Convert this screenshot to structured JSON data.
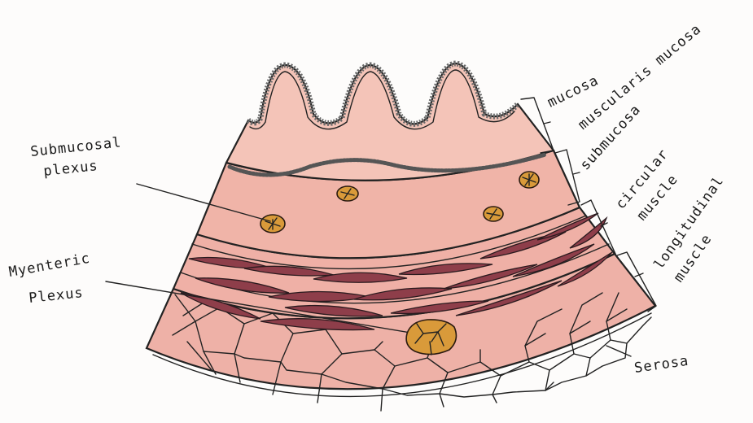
{
  "labels": {
    "mucosa": "mucosa",
    "muscularis_mucosa": "muscularis mucosa",
    "submucosa": "submucosa",
    "circular_muscle_1": "circular",
    "circular_muscle_2": "muscle",
    "longitudinal_muscle_1": "longitudinal",
    "longitudinal_muscle_2": "muscle",
    "serosa": "Serosa",
    "submucosal_plexus_1": "Submucosal",
    "submucosal_plexus_2": "plexus",
    "myenteric_plexus_1": "Myenteric",
    "myenteric_plexus_2": "Plexus"
  },
  "colors": {
    "mucosa": "#f4c4b8",
    "submucosa": "#f0b4a8",
    "muscle_layer": "#efb0a6",
    "muscle_fiber": "#8e3e4a",
    "serosa": "#eeb1a7",
    "ganglion": "#d99a3a",
    "ink": "#222222"
  }
}
